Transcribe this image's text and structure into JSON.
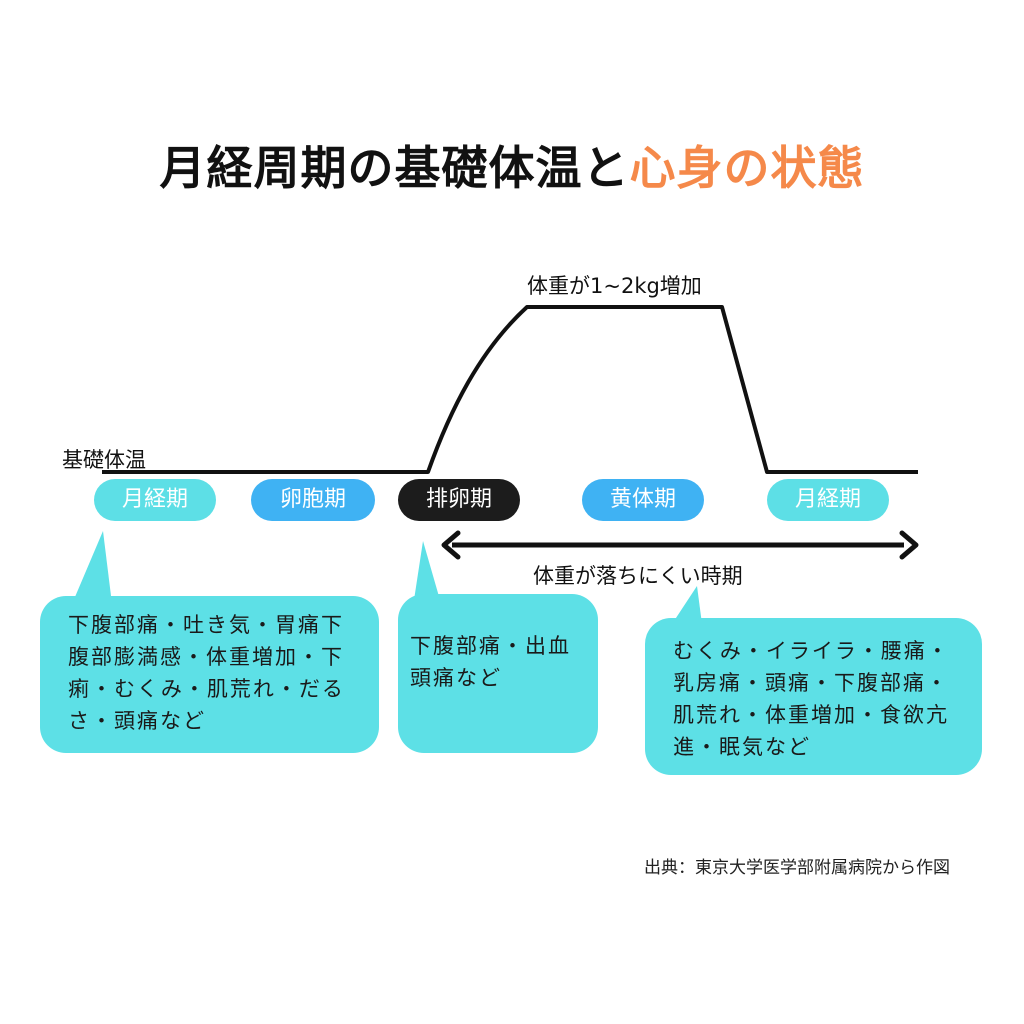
{
  "title": {
    "main": "月経周期の基礎体温と",
    "accent": "心身の状態"
  },
  "labels": {
    "weight_gain": "体重が1~2kg増加",
    "bbt": "基礎体温",
    "hard_to_lose": "体重が落ちにくい時期"
  },
  "phases": {
    "menses_1": "月経期",
    "follicular": "卵胞期",
    "ovulation": "排卵期",
    "luteal": "黄体期",
    "menses_2": "月経期"
  },
  "bubbles": {
    "menses": "下腹部痛・吐き気・胃痛下腹部膨満感・体重増加・下痢・むくみ・肌荒れ・だるさ・頭痛など",
    "ovulation": "下腹部痛・出血頭痛など",
    "luteal": "むくみ・イライラ・腰痛・乳房痛・頭痛・下腹部痛・肌荒れ・体重増加・食欲亢進・眠気など"
  },
  "source": "出典：東京大学医学部附属病院から作図",
  "colors": {
    "accent": "#f5894a",
    "bubble": "#5de0e6",
    "pill_light": "#5ddfe6",
    "pill_blue": "#3fb2f3",
    "pill_dark": "#1c1c1c"
  }
}
